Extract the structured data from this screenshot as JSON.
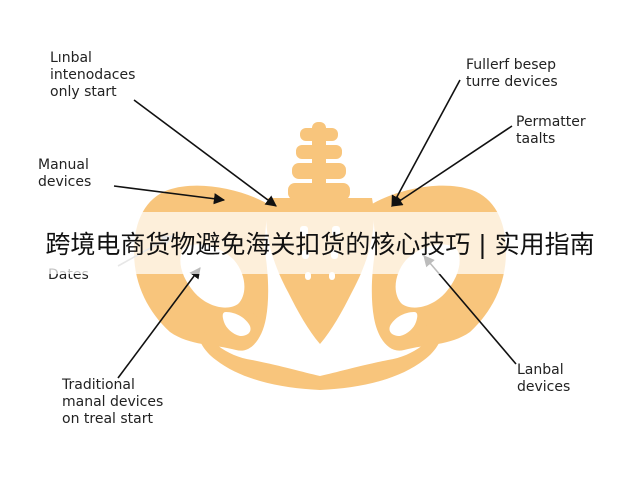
{
  "labels": {
    "top_left": "Lınbal\nintenodaces\nonly start",
    "mid_left": "Manual\ndevices",
    "lower_left": "Dates",
    "bottom_left": "Traditional\nmanal devices\non treal start",
    "top_right": "Fullerf besep\nturre devices",
    "mid_right": "Permatter\ntaalts",
    "bottom_right": "Lanbal\ndevices"
  },
  "banner": {
    "title": "跨境电商货物避免海关扣货的核心技巧 | 实用指南"
  },
  "colors": {
    "bone": "#F8C57C",
    "bone_shade": "#F2B767",
    "arrow_dark": "#111111",
    "arrow_light": "#A8A8A8",
    "text": "#222222",
    "banner_bg": "#FFFFFF"
  }
}
